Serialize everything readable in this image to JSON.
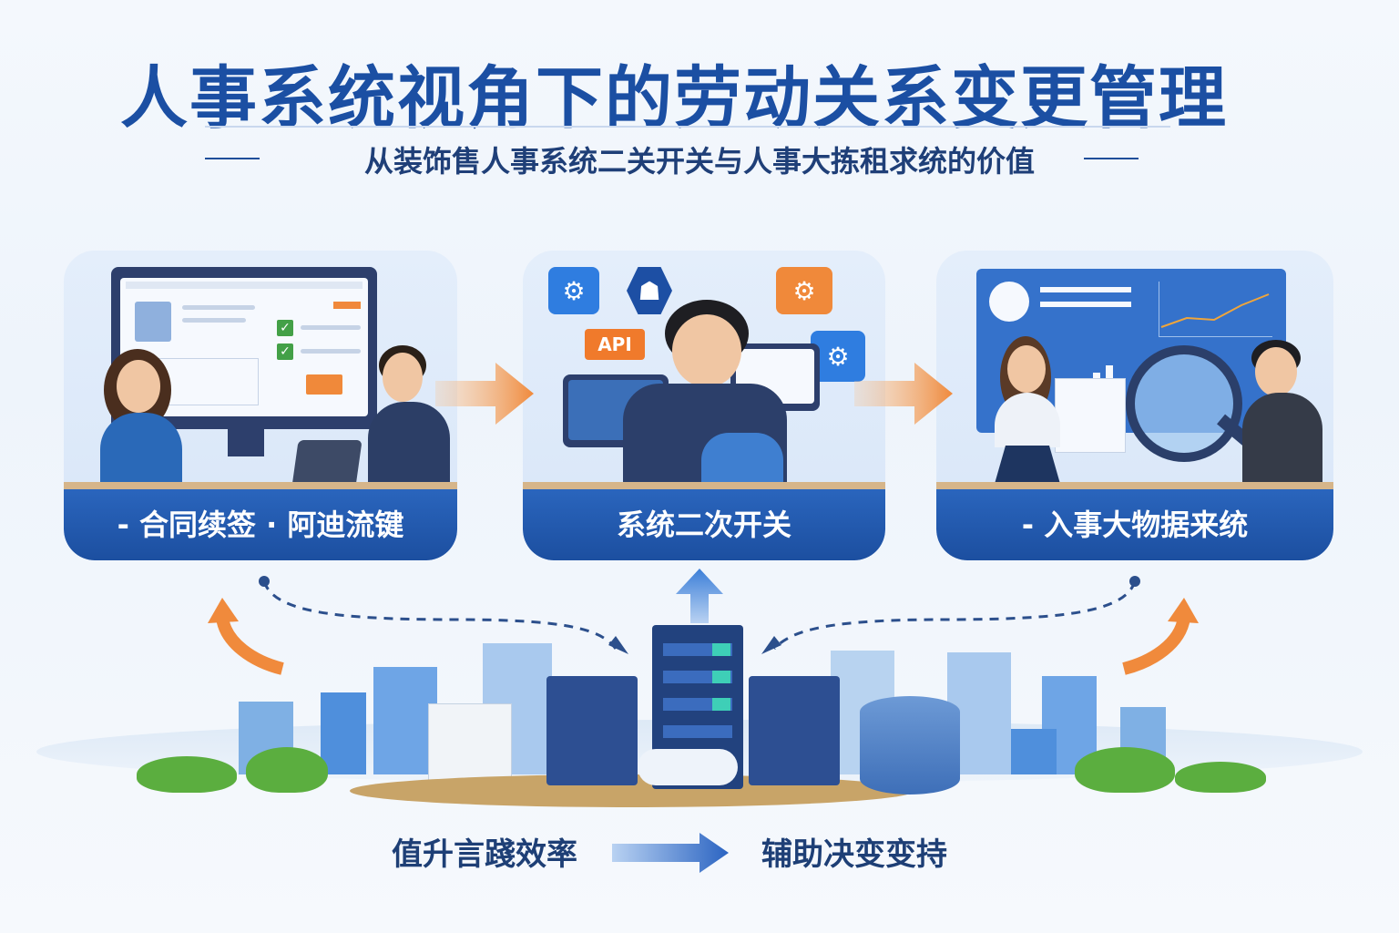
{
  "header": {
    "title": "人事系统视角下的劳动关系变更管理",
    "subtitle": "从装饰售人事系统二关开关与人事大拣租求统的价值"
  },
  "panels": [
    {
      "label": "- 合同续签 · 阿迪流键"
    },
    {
      "label": "系统二次开关",
      "api_tag": "API"
    },
    {
      "label": "- 入事大物据来统"
    }
  ],
  "footer": {
    "left_text": "值升言踐效率",
    "right_text": "辅助决变变持"
  },
  "colors": {
    "primary": "#1b4fa3",
    "accent_orange": "#f0893a",
    "panel_bg": "#dce8f8"
  },
  "icons": [
    "gear-icon",
    "shield-icon",
    "gear-icon",
    "database-icon",
    "server-icon",
    "magnifier-icon",
    "chart-icon"
  ]
}
